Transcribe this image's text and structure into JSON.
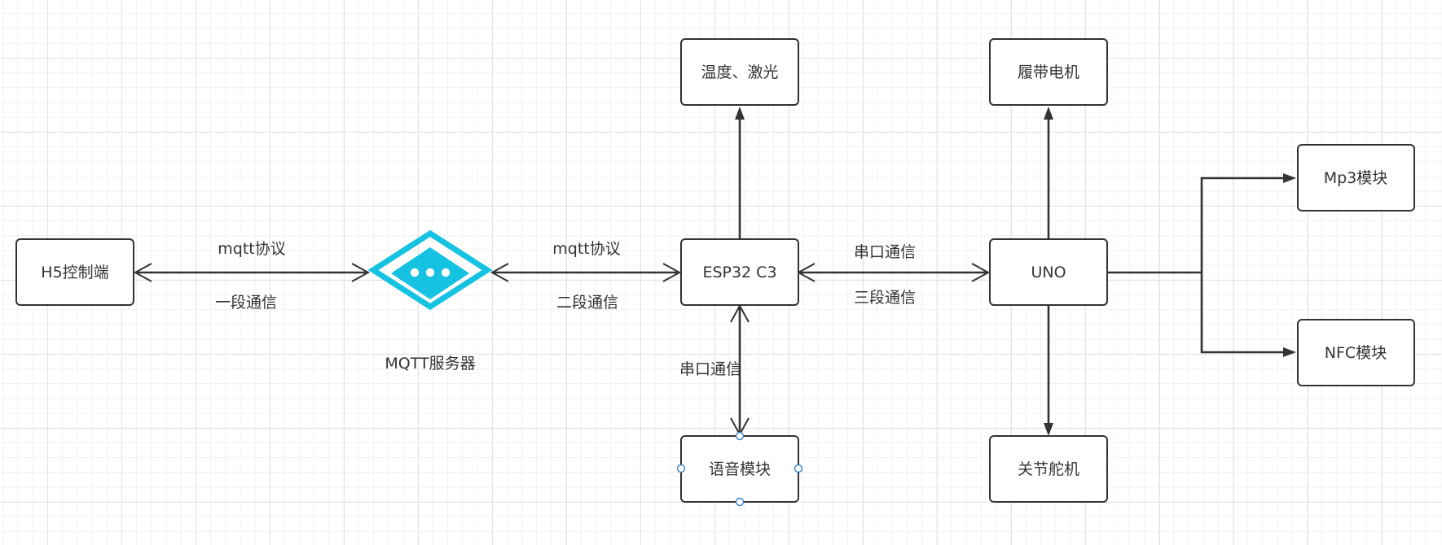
{
  "nodes": {
    "h5": "H5控制端",
    "mqtt_server": "MQTT服务器",
    "esp32": "ESP32 C3",
    "uno": "UNO",
    "temp_laser": "温度、激光",
    "track_motor": "履带电机",
    "voice": "语音模块",
    "servo": "关节舵机",
    "mp3": "Mp3模块",
    "nfc": "NFC模块"
  },
  "edges": {
    "h5_mqtt": {
      "top": "mqtt协议",
      "bottom": "一段通信"
    },
    "mqtt_esp32": {
      "top": "mqtt协议",
      "bottom": "二段通信"
    },
    "esp32_uno": {
      "top": "串口通信",
      "bottom": "三段通信"
    },
    "voice_esp32": {
      "label": "串口通信"
    }
  },
  "icons": {
    "mqtt_server": "mqtt-server-icon"
  },
  "colors": {
    "node_border": "#333333",
    "edge": "#333333",
    "mqtt_icon": "#15c2e2",
    "selection_handle": "#3c83c5"
  },
  "selected_node": "voice"
}
